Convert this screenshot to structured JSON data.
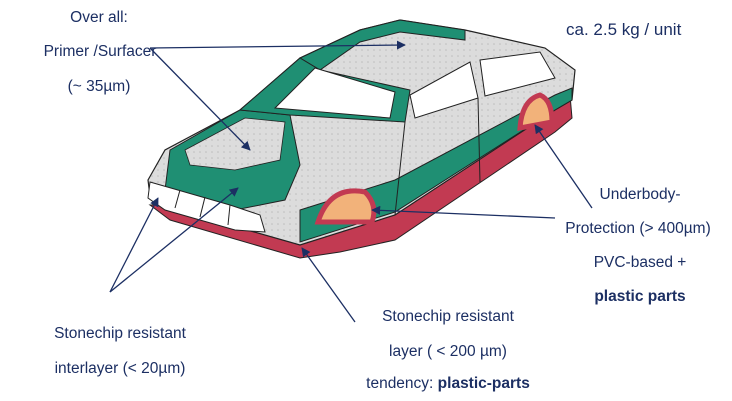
{
  "weight_note": "ca. 2.5 kg / unit",
  "primer": {
    "line1": "Over all:",
    "line2": "Primer /Surfacer",
    "line3": "(~ 35µm)"
  },
  "underbody": {
    "line1": "Underbody-",
    "line2": "Protection (> 400µm)",
    "line3": "PVC-based +",
    "line4": "plastic parts"
  },
  "stonechip_interlayer": {
    "line1": "Stonechip resistant",
    "line2": "interlayer (< 20µm)"
  },
  "stonechip_layer": {
    "line1": "Stonechip resistant",
    "line2": "layer ( < 200 µm)",
    "line3_prefix": "tendency: ",
    "line3_bold": "plastic-parts"
  },
  "colors": {
    "text": "#1c2f63",
    "primer_body": "#d8d8d8",
    "interlayer_green": "#1f8f73",
    "underbody_red": "#c23a52",
    "wheelhouse_orange": "#f2b27a",
    "outline": "#222222"
  }
}
